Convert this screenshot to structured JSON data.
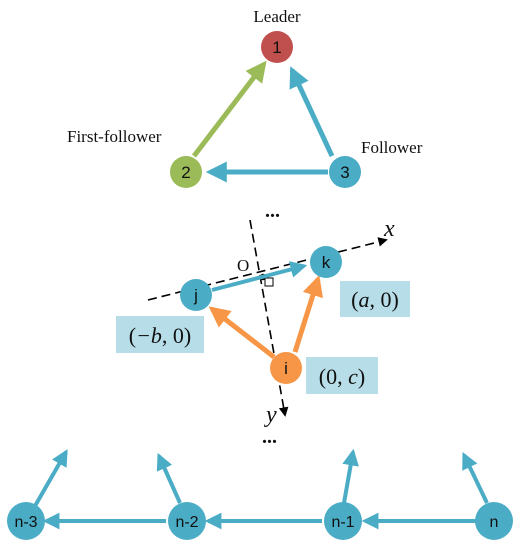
{
  "colors": {
    "leader_node": "#c0504d",
    "first_follower_node": "#9bbb59",
    "blue": "#4bacc6",
    "orange": "#f79646",
    "coord_box": "#b7dde8",
    "axis": "#000000"
  },
  "top": {
    "leader_label": "Leader",
    "first_follower_label": "First-follower",
    "follower_label": "Follower",
    "node1": "1",
    "node2": "2",
    "node3": "3"
  },
  "middle": {
    "ellipsis_top": "...",
    "ellipsis_bottom": "...",
    "x_axis_label": "x",
    "y_axis_label": "y",
    "origin_label": "O",
    "node_j": "j",
    "node_k": "k",
    "node_i": "i",
    "coord_k": {
      "open": "(",
      "var": "a",
      "rest": ", 0)"
    },
    "coord_j": {
      "open": "(",
      "var": "−b",
      "rest": ", 0)"
    },
    "coord_i": {
      "open": "(0, ",
      "var": "c",
      "rest": ")"
    }
  },
  "bottom": {
    "node_n3": "n-3",
    "node_n2": "n-2",
    "node_n1": "n-1",
    "node_n": "n"
  }
}
